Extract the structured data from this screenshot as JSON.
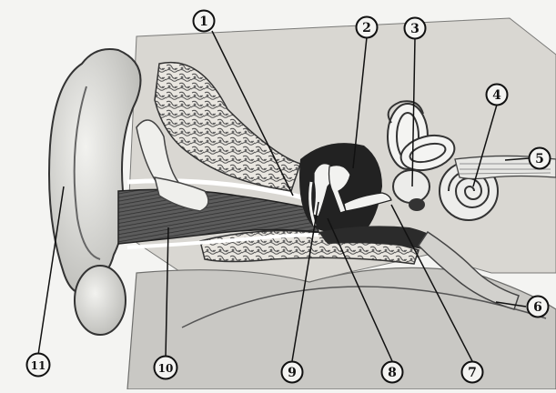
{
  "labels": [
    "1",
    "2",
    "3",
    "4",
    "5",
    "6",
    "7",
    "8",
    "9",
    "10",
    "11"
  ]
}
